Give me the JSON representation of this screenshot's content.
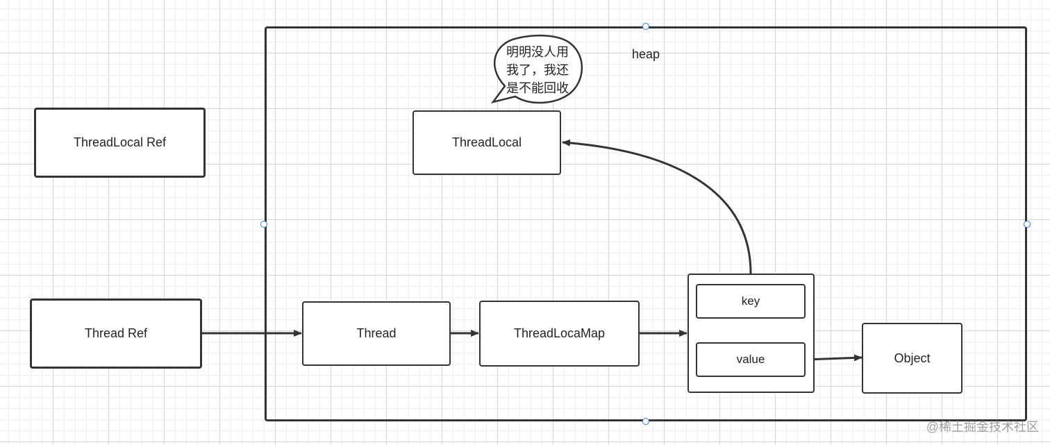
{
  "diagram": {
    "nodes": {
      "threadlocal_ref": "ThreadLocal Ref",
      "thread_ref": "Thread Ref",
      "threadlocal": "ThreadLocal",
      "thread": "Thread",
      "threadlocamap": "ThreadLocaMap",
      "key": "key",
      "value": "value",
      "object": "Object"
    },
    "heap_label": "heap",
    "speech_bubble": {
      "line1": "明明没人用",
      "line2": "我了，我还",
      "line3": "是不能回收"
    },
    "edges": [
      {
        "from": "Thread Ref",
        "to": "Thread"
      },
      {
        "from": "Thread",
        "to": "ThreadLocaMap"
      },
      {
        "from": "ThreadLocaMap",
        "to": "Entry"
      },
      {
        "from": "key",
        "to": "ThreadLocal"
      },
      {
        "from": "value",
        "to": "Object"
      }
    ]
  },
  "watermark": "@稀土掘金技术社区",
  "colors": {
    "stroke": "#333333",
    "handle": "#3a7bd5",
    "grid": "#d6d6d6"
  }
}
